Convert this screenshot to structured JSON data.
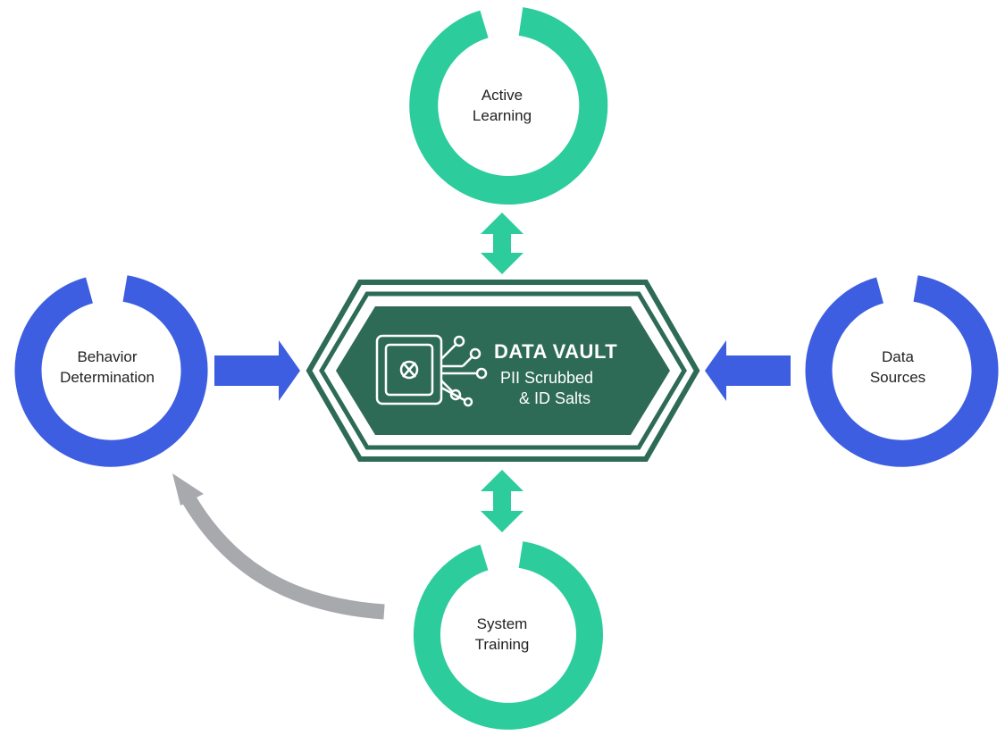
{
  "colors": {
    "green": "#2ccc9c",
    "blue": "#3d5ee1",
    "vault_dark": "#2e6b57",
    "vault_text": "#ffffff",
    "gray_arrow": "#a7a9ad"
  },
  "nodes": {
    "active_learning": {
      "line1": "Active",
      "line2": "Learning"
    },
    "behavior_determination": {
      "line1": "Behavior",
      "line2": "Determination"
    },
    "data_sources": {
      "line1": "Data",
      "line2": "Sources"
    },
    "system_training": {
      "line1": "System",
      "line2": "Training"
    }
  },
  "vault": {
    "title": "DATA VAULT",
    "line1": "PII Scrubbed",
    "line2": "& ID Salts",
    "icon": "chip-circuit-icon"
  }
}
